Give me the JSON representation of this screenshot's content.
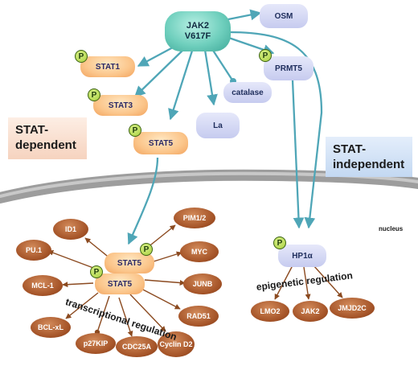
{
  "nodes": {
    "jak2": "JAK2\nV617F",
    "osm": "OSM",
    "stat1": "STAT1",
    "stat3": "STAT3",
    "stat5_top": "STAT5",
    "catalase": "catalase",
    "la": "La",
    "prmt5": "PRMT5",
    "stat5_dimer_a": "STAT5",
    "stat5_dimer_b": "STAT5",
    "hp1a": "HP1α"
  },
  "targets_transcriptional": [
    "ID1",
    "PIM1/2",
    "PU.1",
    "MYC",
    "MCL-1",
    "JUNB",
    "BCL-xL",
    "RAD51",
    "p27KIP",
    "CDC25A",
    "Cyclin D2"
  ],
  "targets_epigenetic": [
    "LMO2",
    "JAK2",
    "JMJD2C"
  ],
  "phospho_symbol": "P",
  "labels": {
    "stat_dependent": "STAT-\ndependent",
    "stat_independent": "STAT-\nindependent",
    "nucleus": "nucleus",
    "transcriptional_regulation": "transcriptional regulation",
    "epigenetic_regulation": "epigenetic regulation"
  },
  "colors": {
    "arrow": "#4fa6b7",
    "arrow_nuclear": "#8b4a20",
    "membrane": "#9a9a9a",
    "jak_node": "#5cc3b1",
    "stat_node": "#fbc58a",
    "lavender_node": "#d3d7f5",
    "target_node": "#a0522d",
    "phospho": "#b8dc5a",
    "stat_dependent_bg": "#fbe0cf",
    "stat_independent_bg": "#cfe0f5"
  }
}
